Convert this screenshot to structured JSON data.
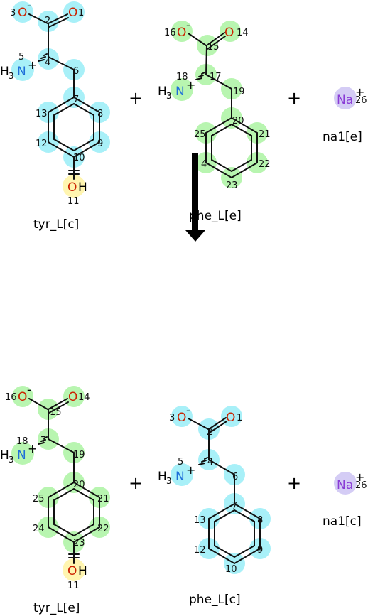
{
  "reactants": [
    {
      "id": "tyr_L_c",
      "label": "tyr_L[c]",
      "highlight": "#a8f0f8",
      "atoms": {
        "O1": {
          "symbol": "O",
          "num": "1"
        },
        "C2": {
          "num": "2"
        },
        "O3": {
          "symbol": "O",
          "num": "3",
          "charge": "-"
        },
        "C4": {
          "num": "4"
        },
        "N5": {
          "symbol": "N",
          "num": "5",
          "prefix": "H",
          "sub": "3",
          "charge": "+"
        },
        "C6": {
          "num": "6"
        },
        "C7": {
          "num": "7"
        },
        "C8": {
          "num": "8"
        },
        "C9": {
          "num": "9"
        },
        "C10": {
          "num": "10"
        },
        "O11": {
          "symbol": "O",
          "num": "11",
          "suffix": "H"
        },
        "C12": {
          "num": "12"
        },
        "C13": {
          "num": "13"
        }
      }
    },
    {
      "id": "phe_L_e",
      "label": "phe_L[e]",
      "highlight": "#b8f5b0",
      "atoms": {
        "O14": {
          "symbol": "O",
          "num": "14"
        },
        "C15": {
          "num": "15"
        },
        "O16": {
          "symbol": "O",
          "num": "16",
          "charge": "-"
        },
        "C17": {
          "num": "17"
        },
        "N18": {
          "symbol": "N",
          "num": "18",
          "prefix": "H",
          "sub": "3",
          "charge": "+"
        },
        "C19": {
          "num": "19"
        },
        "C20": {
          "num": "20"
        },
        "C21": {
          "num": "21"
        },
        "C22": {
          "num": "22"
        },
        "C23": {
          "num": "23"
        },
        "C24": {
          "num": "4"
        },
        "C25": {
          "num": "25"
        }
      }
    },
    {
      "id": "na1_e",
      "label": "na1[e]",
      "highlight": "#d4ccf5",
      "atoms": {
        "Na26": {
          "symbol": "Na",
          "num": "26",
          "charge": "+"
        }
      }
    }
  ],
  "products": [
    {
      "id": "tyr_L_e",
      "label": "tyr_L[e]",
      "highlight": "#b8f5b0",
      "atoms": {
        "O14": {
          "symbol": "O",
          "num": "14"
        },
        "C15": {
          "num": "15"
        },
        "O16": {
          "symbol": "O",
          "num": "16",
          "charge": "-"
        },
        "C17": {
          "num": "7"
        },
        "N18": {
          "symbol": "N",
          "num": "18",
          "prefix": "H",
          "sub": "3",
          "charge": "+"
        },
        "C19": {
          "num": "19"
        },
        "C20": {
          "num": "20"
        },
        "C21": {
          "num": "21"
        },
        "C22": {
          "num": "22"
        },
        "C23": {
          "num": "23"
        },
        "O11": {
          "symbol": "O",
          "num": "11",
          "suffix": "H"
        },
        "C24": {
          "num": "24"
        },
        "C25": {
          "num": "25"
        }
      }
    },
    {
      "id": "phe_L_c",
      "label": "phe_L[c]",
      "highlight": "#a8f0f8",
      "atoms": {
        "O1": {
          "symbol": "O",
          "num": "1"
        },
        "C2": {
          "num": "2"
        },
        "O3": {
          "symbol": "O",
          "num": "3",
          "charge": "-"
        },
        "C4": {
          "num": "4"
        },
        "N5": {
          "symbol": "N",
          "num": "5",
          "prefix": "H",
          "sub": "3",
          "charge": "+"
        },
        "C6": {
          "num": "6"
        },
        "C7": {
          "num": "7"
        },
        "C8": {
          "num": "8"
        },
        "C9": {
          "num": "9"
        },
        "C10": {
          "num": "10"
        },
        "C12": {
          "num": "12"
        },
        "C13": {
          "num": "13"
        }
      }
    },
    {
      "id": "na1_c",
      "label": "na1[c]",
      "highlight": "#d4ccf5",
      "atoms": {
        "Na26": {
          "symbol": "Na",
          "num": "26",
          "charge": "+"
        }
      }
    }
  ],
  "operators": {
    "plus": "+"
  },
  "colors": {
    "oxygen": "#cc2200",
    "nitrogen": "#1e6fd9",
    "sodium": "#8a3cd6",
    "hydroxyl_highlight": "#fff5b0",
    "arrow": "#000000"
  }
}
